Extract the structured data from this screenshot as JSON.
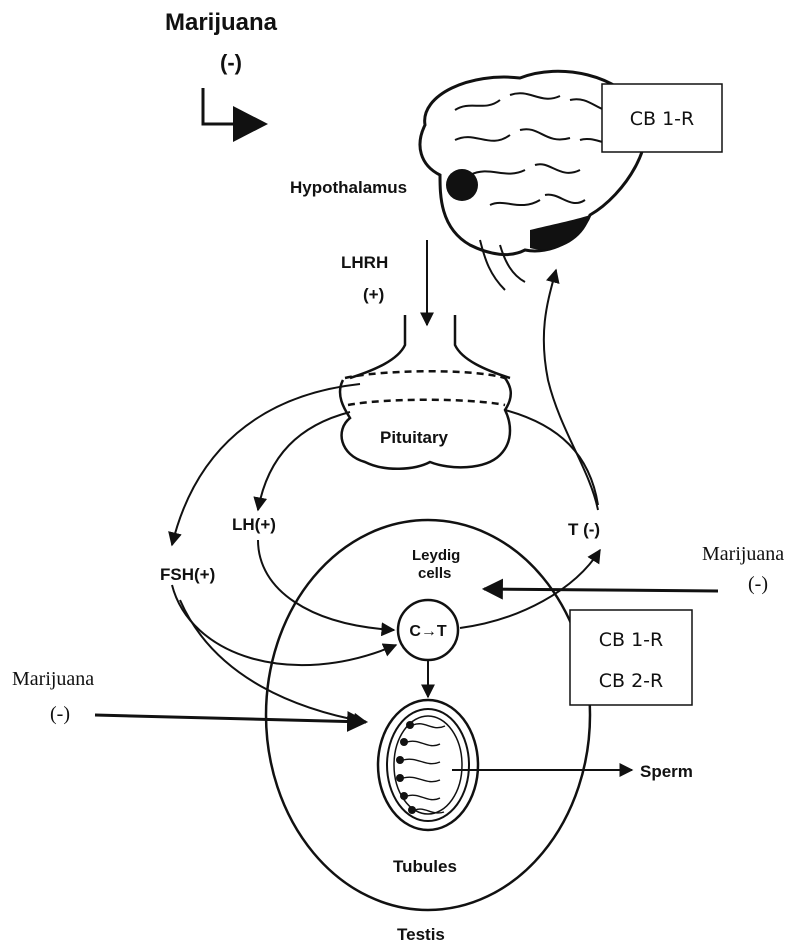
{
  "labels": {
    "marijuana_top": "Marijuana",
    "marijuana_top_sign": "(-)",
    "hypothalamus": "Hypothalamus",
    "lhrh": "LHRH",
    "lhrh_sign": "(+)",
    "pituitary": "Pituitary",
    "lh": "LH(+)",
    "fsh": "FSH(+)",
    "t": "T (-)",
    "leydig_line1": "Leydig",
    "leydig_line2": "cells",
    "ct": "C→T",
    "marijuana_right": "Marijuana",
    "marijuana_right_sign": "(-)",
    "marijuana_left": "Marijuana",
    "marijuana_left_sign": "(-)",
    "sperm": "Sperm",
    "tubules": "Tubules",
    "testis": "Testis"
  },
  "boxes": {
    "brain_receptor": "CB 1-R",
    "testis_receptor_1": "CB 1-R",
    "testis_receptor_2": "CB 2-R"
  },
  "colors": {
    "ink": "#111111",
    "background": "#ffffff"
  }
}
